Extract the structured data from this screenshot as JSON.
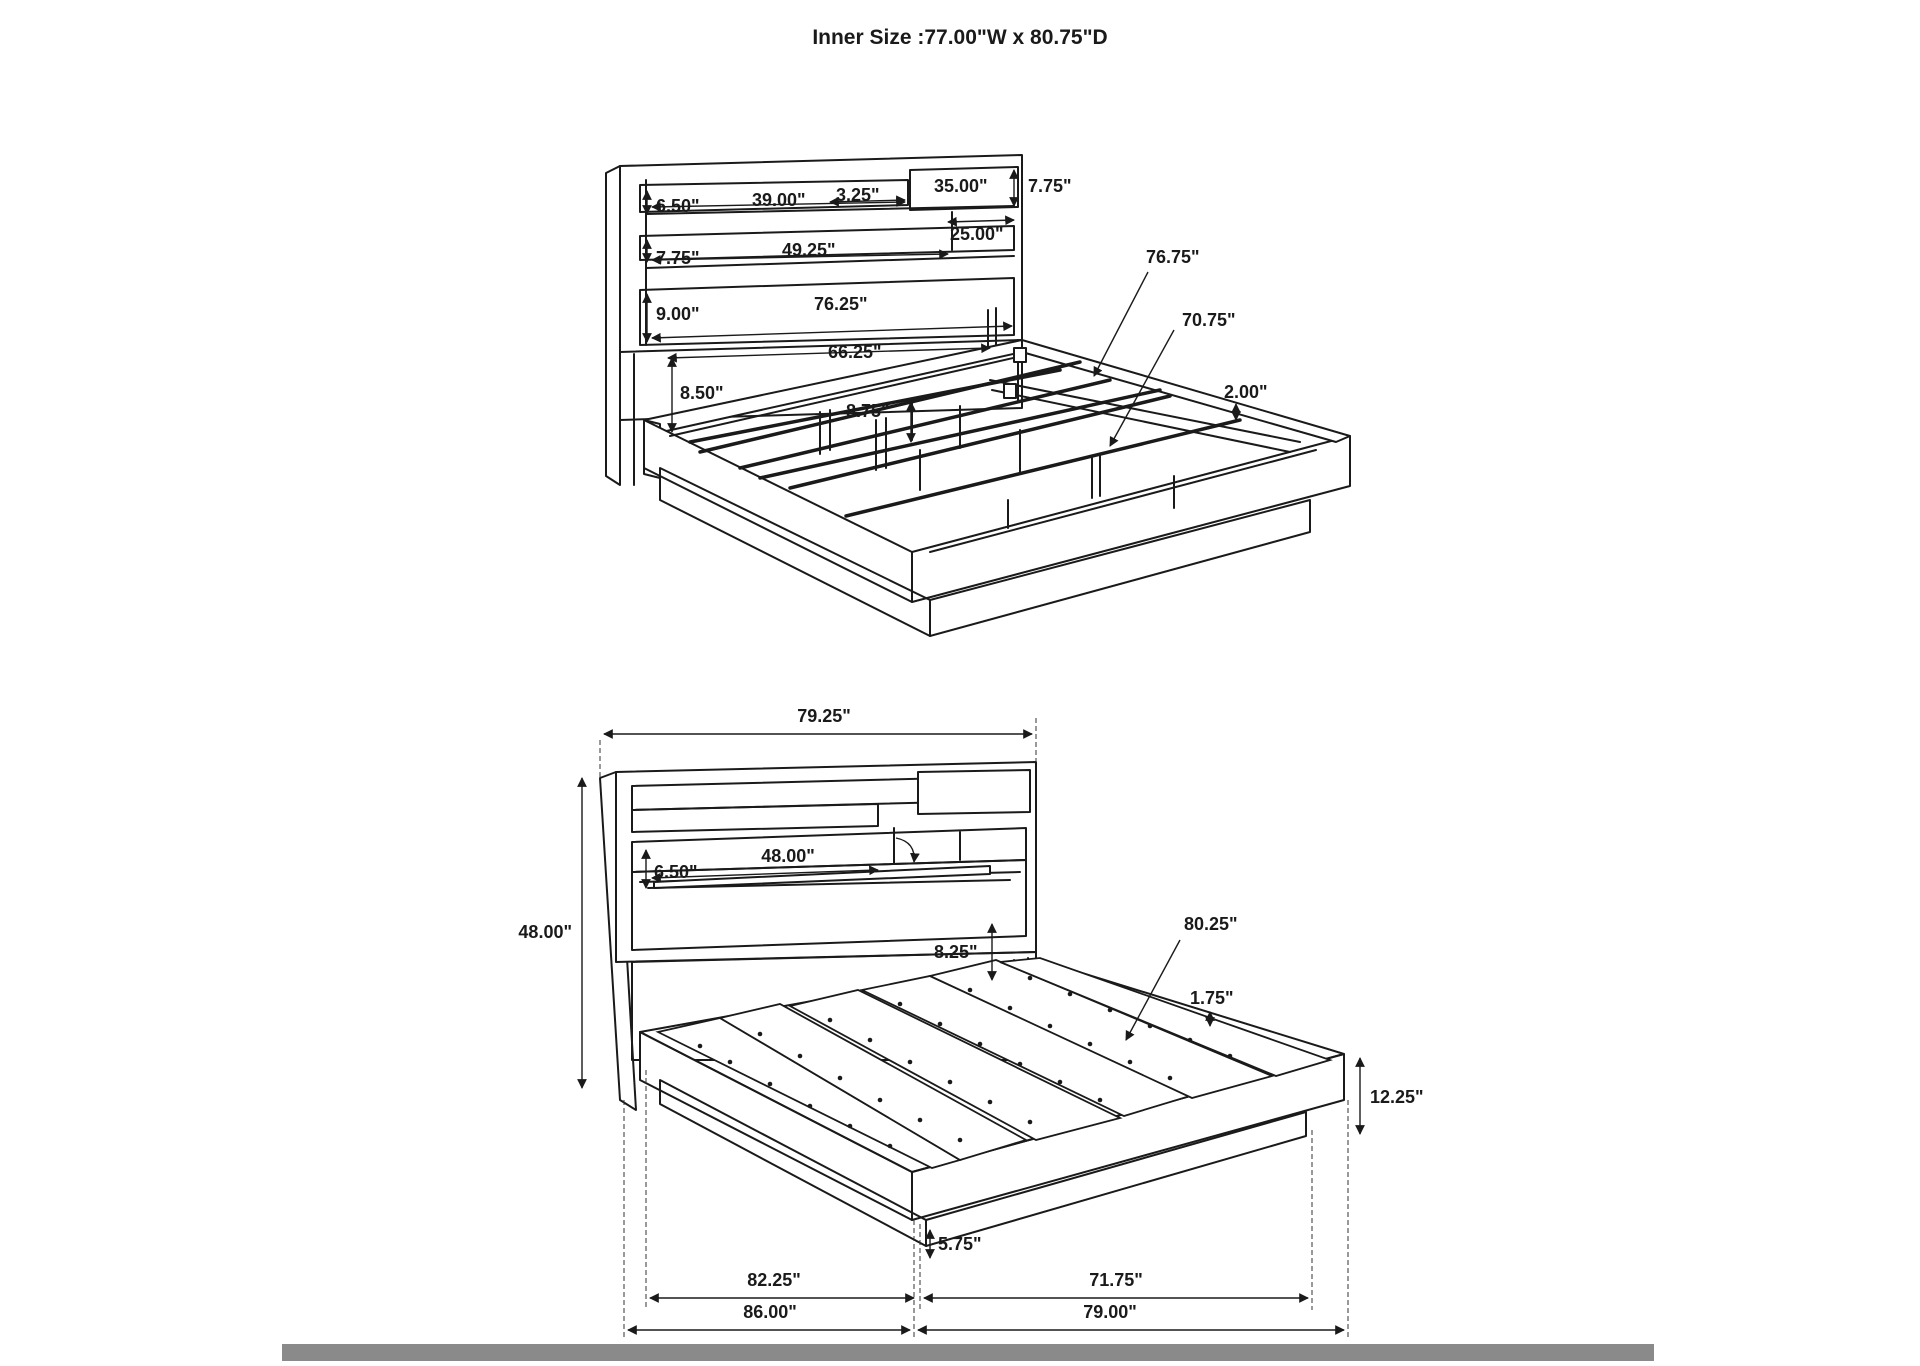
{
  "title": "Inner Size :77.00\"W x 80.75\"D",
  "colors": {
    "line": "#1a1a1a",
    "background": "#ffffff",
    "footer_bar": "#8a8a8a"
  },
  "top_view": {
    "dims": {
      "shelf_height_1": "6.50\"",
      "shelf_width_1": "39.00\"",
      "shelf_gap": "3.25\"",
      "drawer_width": "35.00\"",
      "drawer_height": "7.75\"",
      "shelf_height_2": "7.75\"",
      "shelf_width_2": "49.25\"",
      "compartment_width": "25.00\"",
      "shelf_height_3": "9.00\"",
      "shelf_width_3": "76.25\"",
      "panel_width": "66.25\"",
      "panel_height": "8.50\"",
      "leg_height": "8.75\"",
      "side_rail_length": "76.75\"",
      "slat_length": "70.75\"",
      "rail_thickness": "2.00\""
    }
  },
  "bottom_view": {
    "dims": {
      "overall_width": "79.25\"",
      "overall_height": "48.00\"",
      "light_shelf_width": "48.00\"",
      "light_shelf_height": "6.50\"",
      "panel_height": "8.25\"",
      "slat_length": "80.25\"",
      "slat_gap": "1.75\"",
      "platform_height": "12.25\"",
      "base_height": "5.75\"",
      "inner_depth": "82.25\"",
      "inner_width": "71.75\"",
      "overall_depth": "86.00\"",
      "outer_width": "79.00\""
    }
  }
}
